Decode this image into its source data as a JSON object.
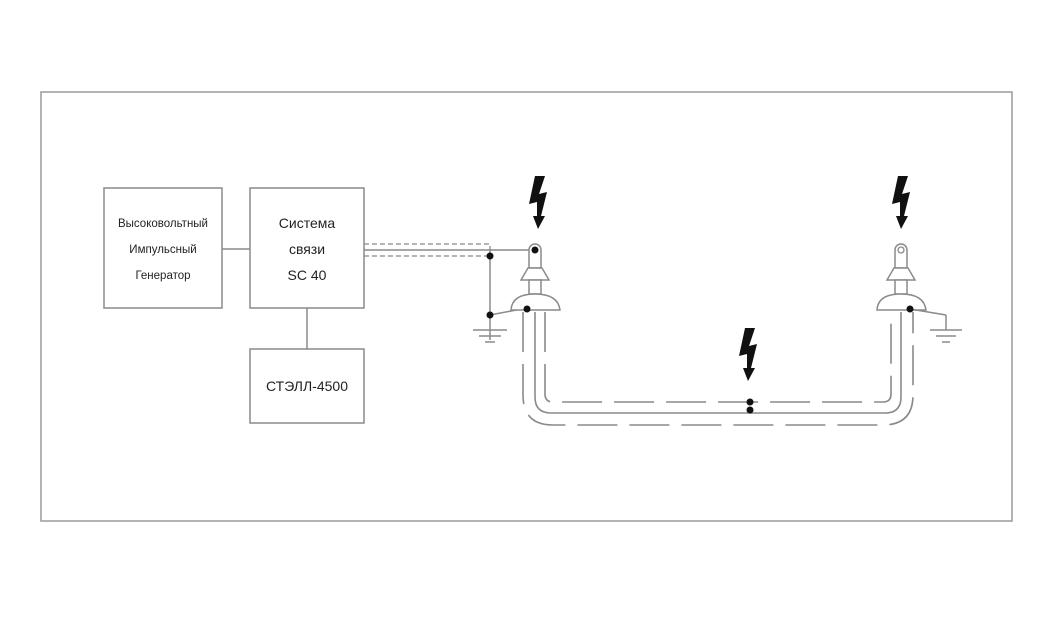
{
  "diagram": {
    "blocks": {
      "generator": {
        "lines": [
          "Высоковольтный",
          "Импульсный",
          "Генератор"
        ]
      },
      "comm_system": {
        "lines": [
          "Система",
          "связи",
          "SC 40"
        ]
      },
      "locator": {
        "lines": [
          "СТЭЛЛ-4500"
        ]
      }
    },
    "fault_markers": [
      {
        "name": "left-terminal-fault",
        "icon": "lightning-bolt-icon"
      },
      {
        "name": "cable-middle-fault",
        "icon": "lightning-bolt-icon"
      },
      {
        "name": "right-terminal-fault",
        "icon": "lightning-bolt-icon"
      }
    ],
    "colors": {
      "line": "#8a8a8a",
      "bolt": "#111111",
      "text": "#222222",
      "frame": "#9a9a9a"
    }
  }
}
